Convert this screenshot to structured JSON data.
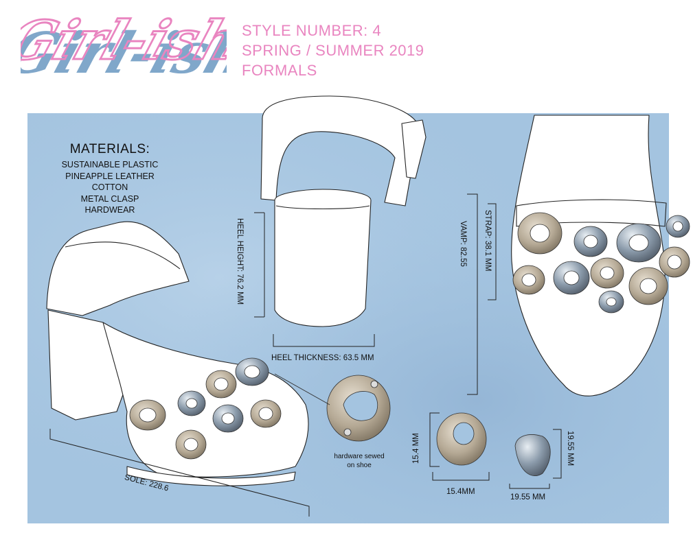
{
  "brand": {
    "logo_text": "Girl-ish",
    "pink": "#e985c0",
    "blue": "#7aa3c8"
  },
  "header": {
    "style_number": "STYLE NUMBER: 4",
    "season": "SPRING / SUMMER 2019",
    "category": "FORMALS"
  },
  "materials": {
    "title": "MATERIALS:",
    "items": [
      "SUSTAINABLE PLASTIC",
      "PINEAPPLE LEATHER",
      "COTTON",
      "METAL CLASP",
      "HARDWEAR"
    ]
  },
  "measurements": {
    "heel_height": "HEEL HEIGHT: 76.2 MM",
    "heel_thickness": "HEEL THICKNESS: 63.5 MM",
    "strap": "STRAP: 38.1 MM",
    "vamp": "VAMP: 82.55",
    "sole": "SOLE: 228.6",
    "ring_height": "15.4 MM",
    "ring_width": "15.4MM",
    "stone_height": "19.55 MM",
    "stone_width": "19.55 MM"
  },
  "annotations": {
    "hardware_note": "hardware sewed on shoe"
  },
  "colors": {
    "board": "#a4c4e0",
    "hardware_tan": "#b5a995",
    "hardware_blue": "#8b9bab"
  }
}
